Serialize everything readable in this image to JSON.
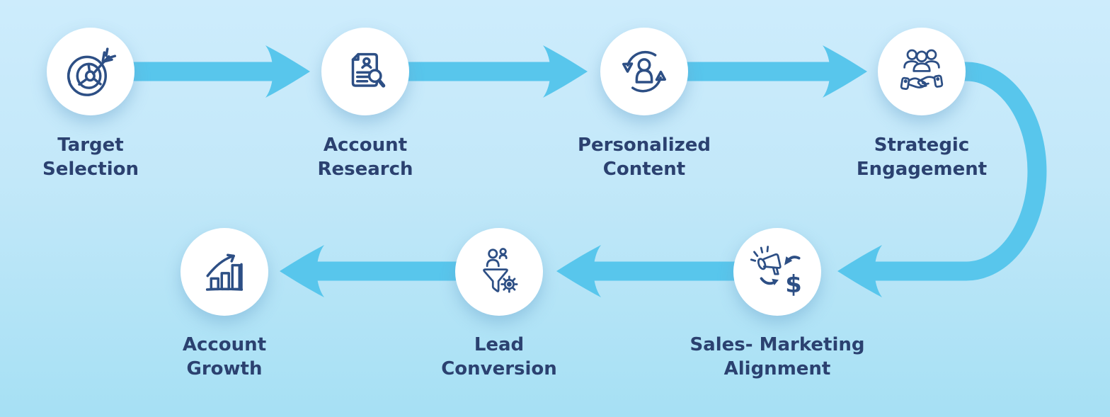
{
  "diagram": {
    "type": "process-flow",
    "layout": "serpentine-two-rows",
    "colors": {
      "background_top": "#cdecfc",
      "background_bottom": "#a6e0f4",
      "arrow": "#58c6ec",
      "label_text": "#2b4170",
      "icon_stroke": "#2d4f85",
      "node_fill": "#ffffff"
    }
  },
  "steps": [
    {
      "order": 1,
      "row": "top",
      "label_line1": "Target",
      "label_line2": "Selection",
      "icon": "target-dartboard-icon"
    },
    {
      "order": 2,
      "row": "top",
      "label_line1": "Account",
      "label_line2": "Research",
      "icon": "document-search-icon"
    },
    {
      "order": 3,
      "row": "top",
      "label_line1": "Personalized",
      "label_line2": "Content",
      "icon": "person-refresh-icon"
    },
    {
      "order": 4,
      "row": "top",
      "label_line1": "Strategic",
      "label_line2": "Engagement",
      "icon": "team-handshake-icon"
    },
    {
      "order": 5,
      "row": "bottom",
      "label_line1": "Sales- Marketing",
      "label_line2": "Alignment",
      "icon": "megaphone-dollar-icon",
      "icon_glyph": "$"
    },
    {
      "order": 6,
      "row": "bottom",
      "label_line1": "Lead",
      "label_line2": "Conversion",
      "icon": "funnel-gear-icon"
    },
    {
      "order": 7,
      "row": "bottom",
      "label_line1": "Account",
      "label_line2": "Growth",
      "icon": "bar-chart-growth-icon"
    }
  ],
  "connectors": [
    {
      "from": "Target Selection",
      "to": "Account Research",
      "shape": "straight-right"
    },
    {
      "from": "Account Research",
      "to": "Personalized Content",
      "shape": "straight-right"
    },
    {
      "from": "Personalized Content",
      "to": "Strategic Engagement",
      "shape": "straight-right"
    },
    {
      "from": "Strategic Engagement",
      "to": "Sales- Marketing Alignment",
      "shape": "u-turn-down-left"
    },
    {
      "from": "Sales- Marketing Alignment",
      "to": "Lead Conversion",
      "shape": "straight-left"
    },
    {
      "from": "Lead Conversion",
      "to": "Account Growth",
      "shape": "straight-left"
    }
  ]
}
